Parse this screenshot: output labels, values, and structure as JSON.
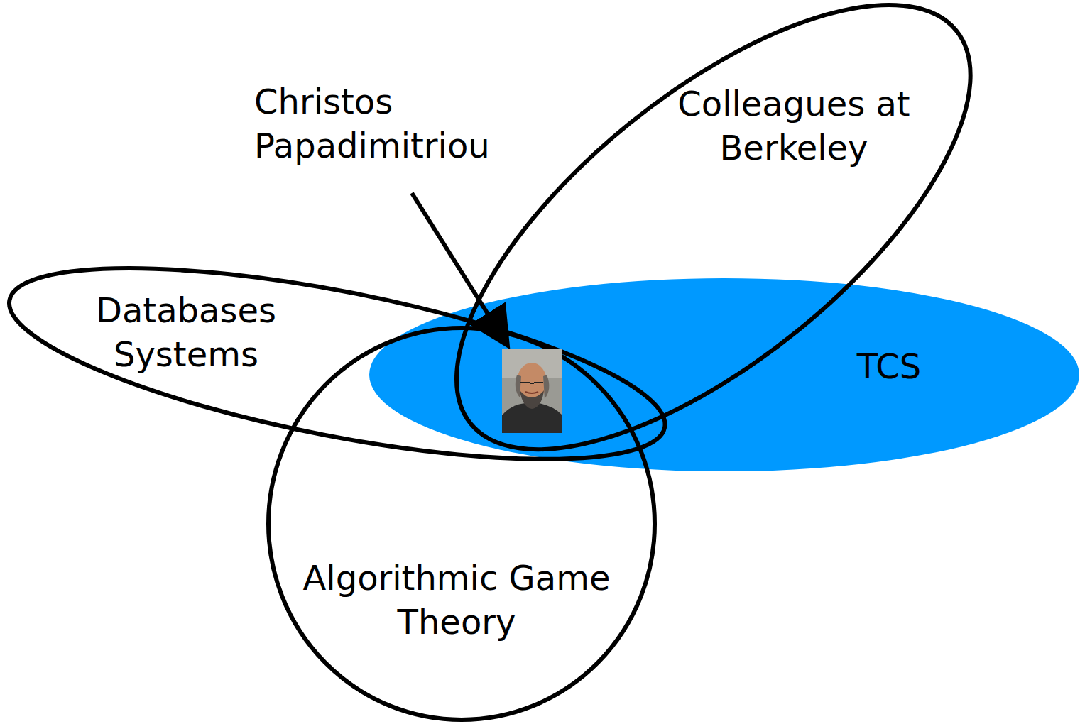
{
  "diagram": {
    "nodes": [
      {
        "text": [
          "Colleagues at Berkeley"
        ]
      },
      {
        "text": [
          "Databases Systems"
        ]
      },
      {
        "text": [
          "TCS"
        ]
      },
      {
        "text": [
          "Algorithmic Game Theory"
        ]
      }
    ],
    "labels": [
      "Christos Papadimitriou"
    ]
  }
}
